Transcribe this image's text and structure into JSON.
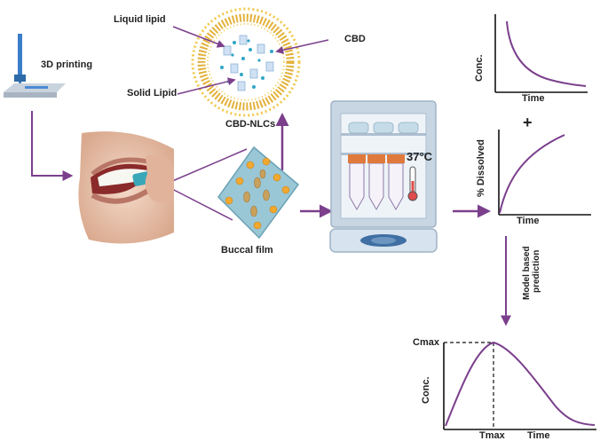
{
  "colors": {
    "arrow": "#7b3f8c",
    "lipid_shell": "#f2c94c",
    "curve": "#7b3f8c",
    "film": "#9ac7d6",
    "vial_cap": "#e07a3c"
  },
  "labels": {
    "printing": "3D printing",
    "liquid_lipid": "Liquid lipid",
    "cbd": "CBD",
    "solid_lipid": "Solid Lipid",
    "nlc": "CBD-NLCs",
    "buccal_film": "Buccal film",
    "temperature": "37°C",
    "plus": "+",
    "prediction": "Model based\nprediction",
    "prediction_line1": "Model based",
    "prediction_line2": "prediction"
  },
  "graphs": {
    "conc_top": {
      "ylabel": "Conc.",
      "xlabel": "Time"
    },
    "dissolved": {
      "ylabel": "% Dissolved",
      "xlabel": "Time"
    },
    "pk": {
      "ylabel": "Conc.",
      "xlabel": "Time",
      "peak_label": "Cmax",
      "tmax_label": "Tmax"
    }
  },
  "icons": [
    "printer-icon",
    "mouth-icon",
    "nanoparticle-icon",
    "buccal-film-icon",
    "incubator-icon",
    "thermometer-icon"
  ]
}
